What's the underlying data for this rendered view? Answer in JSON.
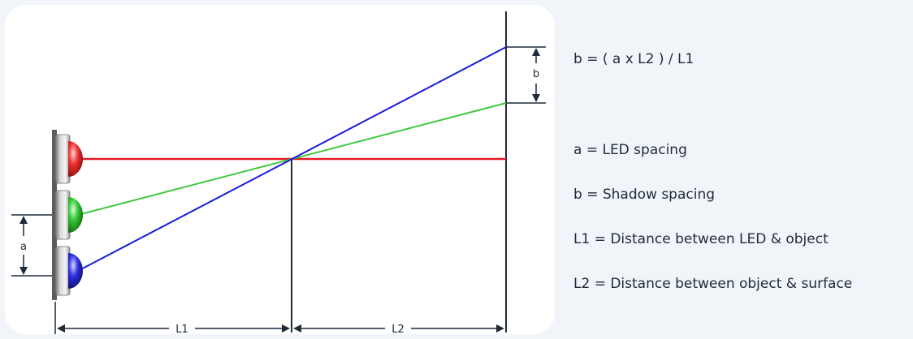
{
  "diagram": {
    "labels": {
      "a": "a",
      "b": "b",
      "L1": "L1",
      "L2": "L2"
    },
    "colors": {
      "red_beam": "#e41b23",
      "green_beam": "#3cc93c",
      "blue_beam": "#1a1adc",
      "dimension": "#1e2b38",
      "surface": "#1e2b38"
    },
    "leds": [
      {
        "name": "red-led",
        "color": "#e02020"
      },
      {
        "name": "green-led",
        "color": "#2ebd2e"
      },
      {
        "name": "blue-led",
        "color": "#2222cc"
      }
    ]
  },
  "legend": {
    "formula": "b = ( a x L2 ) / L1",
    "items": [
      "a = LED spacing",
      "b = Shadow spacing",
      "L1 = Distance between LED & object",
      "L2 = Distance between object & surface"
    ]
  }
}
